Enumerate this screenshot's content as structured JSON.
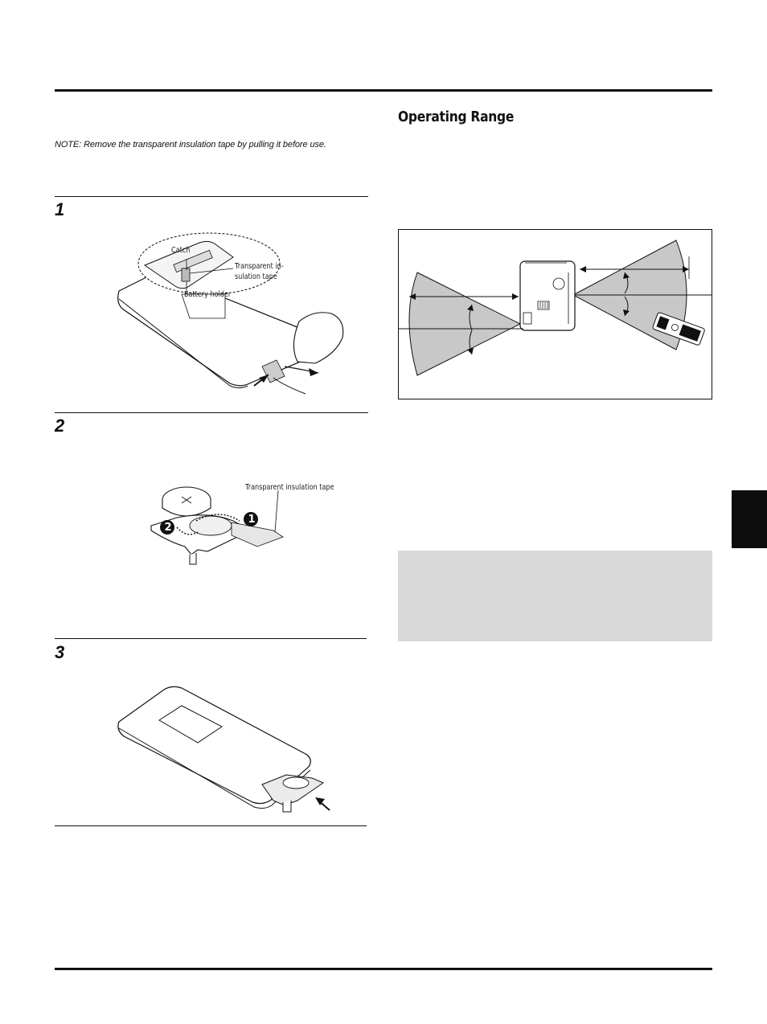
{
  "note": "NOTE: Remove the transparent insulation tape by pulling it before use.",
  "steps": [
    {
      "number": "1"
    },
    {
      "number": "2"
    },
    {
      "number": "3"
    }
  ],
  "figure1": {
    "labels": {
      "catch": "Catch",
      "tape": "Transparent in-\nsulation tape",
      "tape_line1": "Transparent in-",
      "tape_line2": "sulation tape",
      "holder": "Battery holder"
    }
  },
  "figure2": {
    "labels": {
      "tape": "Transparent insulation tape",
      "marker1": "1",
      "marker2": "2"
    }
  },
  "section": {
    "heading": "Operating Range"
  },
  "colors": {
    "ink": "#111111",
    "tab": "#0d0d0d",
    "box_grey": "#d9d9d9",
    "beam_grey": "#c8c8c8"
  }
}
